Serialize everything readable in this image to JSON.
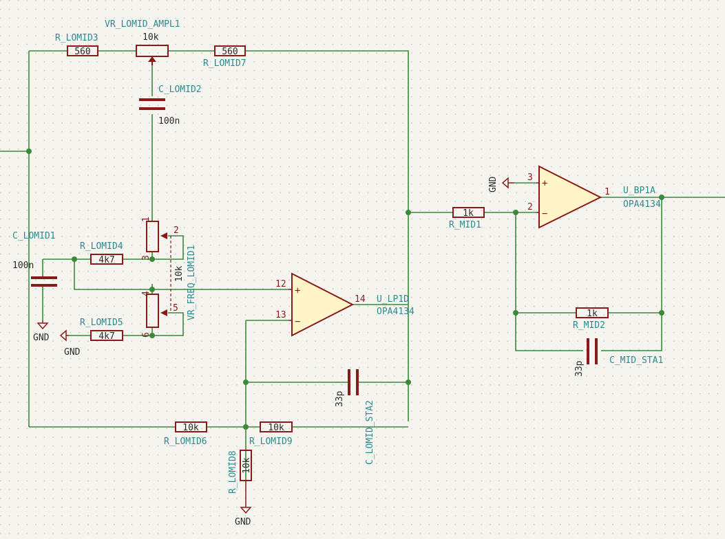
{
  "components": {
    "r_lomid3": {
      "ref": "R_LOMID3",
      "value": "560"
    },
    "vr_lomid_ampl1": {
      "ref": "VR_LOMID_AMPL1",
      "value": "10k"
    },
    "r_lomid7": {
      "ref": "R_LOMID7",
      "value": "560"
    },
    "c_lomid2": {
      "ref": "C_LOMID2",
      "value": "100n"
    },
    "c_lomid1": {
      "ref": "C_LOMID1",
      "value": "100n"
    },
    "r_lomid4": {
      "ref": "R_LOMID4",
      "value": "4k7"
    },
    "r_lomid5": {
      "ref": "R_LOMID5",
      "value": "4k7"
    },
    "vr_freq_lomid1": {
      "ref": "VR_FREQ_LOMID1",
      "value": "10k"
    },
    "u_lp1d": {
      "ref": "U_LP1D",
      "value": "OPA4134",
      "pin_plus": "12",
      "pin_minus": "13",
      "pin_out": "14"
    },
    "c_lomid_sta2": {
      "ref": "C_LOMID_STA2",
      "value": "33p"
    },
    "r_lomid6": {
      "ref": "R_LOMID6",
      "value": "10k"
    },
    "r_lomid9": {
      "ref": "R_LOMID9",
      "value": "10k"
    },
    "r_lomid8": {
      "ref": "R_LOMID8",
      "value": "10k"
    },
    "r_mid1": {
      "ref": "R_MID1",
      "value": "1k"
    },
    "r_mid2": {
      "ref": "R_MID2",
      "value": "1k"
    },
    "c_mid_sta1": {
      "ref": "C_MID_STA1",
      "value": "33p"
    },
    "u_bp1a": {
      "ref": "U_BP1A",
      "value": "OPA4134",
      "pin_plus": "3",
      "pin_minus": "2",
      "pin_out": "1"
    }
  },
  "pot_pins": {
    "p1": "1",
    "p2": "2",
    "p3": "3",
    "p4": "4",
    "p5": "5",
    "p6": "6"
  },
  "gnd_labels": {
    "g1": "GND",
    "g2": "GND",
    "g3": "GND",
    "g4": "GND"
  },
  "opamp_signs": {
    "plus": "+",
    "minus": "−"
  }
}
